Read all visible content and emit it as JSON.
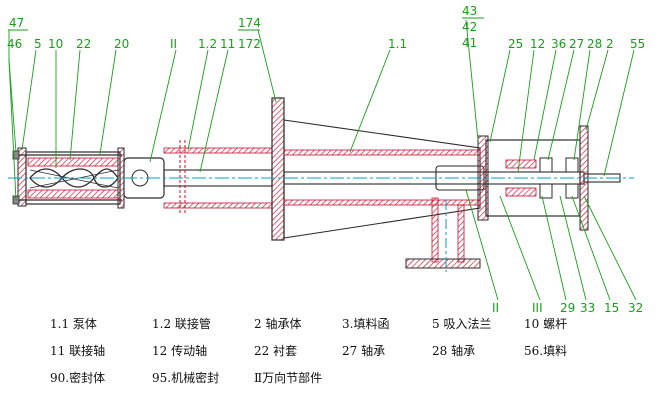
{
  "callouts": {
    "c47": "47",
    "c46": "46",
    "c5": "5",
    "c10": "10",
    "c22": "22",
    "c20": "20",
    "cII_top": "II",
    "c1_2": "1.2",
    "c11": "11",
    "c174": "174",
    "c172": "172",
    "c1_1": "1.1",
    "c43": "43",
    "c42": "42",
    "c41": "41",
    "c25": "25",
    "c12": "12",
    "c36": "36",
    "c27": "27",
    "c28": "28",
    "c2": "2",
    "c55": "55",
    "cII_bottom": "II",
    "cIII": "III",
    "c29": "29",
    "c33": "33",
    "c15": "15",
    "c32": "32"
  },
  "legend": {
    "row1": [
      "1.1 泵体",
      "1.2 联接管",
      "2 轴承体",
      "3.填料函",
      "5 吸入法兰",
      "10 螺杆"
    ],
    "row2": [
      "11 联接轴",
      "12 传动轴",
      "22 衬套",
      "27 轴承",
      "28 轴承",
      "56.填料"
    ],
    "row3": [
      "90.密封体",
      "95.机械密封",
      "Ⅱ万向节部件"
    ]
  },
  "colors": {
    "outline": "#2b2b2b",
    "casing": "#c8102e",
    "centerline": "#00a3c4",
    "labels": "#1a9e1a",
    "leaders": "#1a9e1a"
  }
}
